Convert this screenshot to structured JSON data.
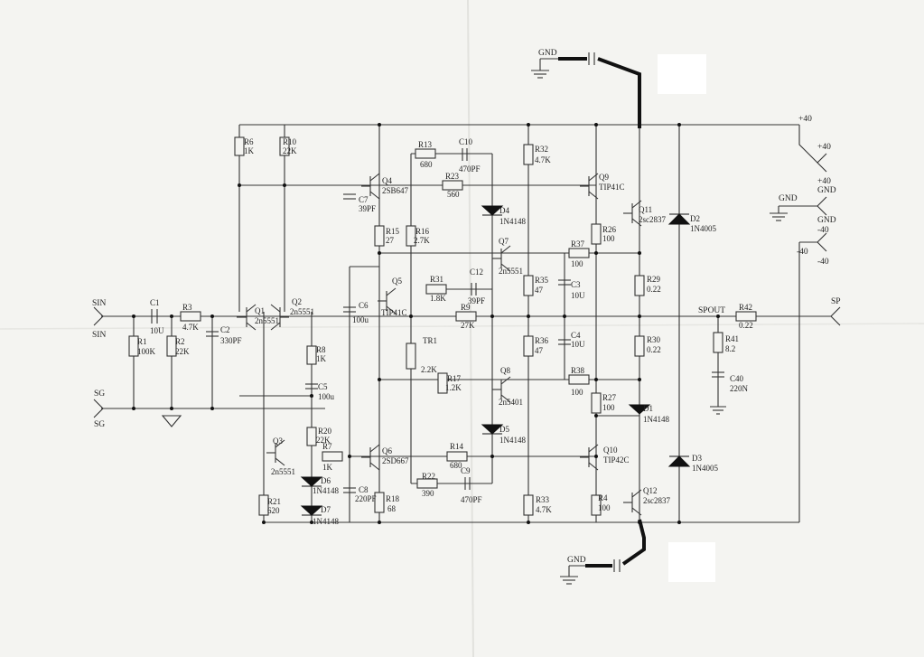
{
  "resistors": [
    {
      "ref": "R1",
      "value": "100K"
    },
    {
      "ref": "R2",
      "value": "22K"
    },
    {
      "ref": "R3",
      "value": "4.7K"
    },
    {
      "ref": "R6",
      "value": "1K"
    },
    {
      "ref": "R10",
      "value": "22K"
    },
    {
      "ref": "R8",
      "value": "1K"
    },
    {
      "ref": "R20",
      "value": "22K"
    },
    {
      "ref": "R7",
      "value": "1K"
    },
    {
      "ref": "R21",
      "value": "620"
    },
    {
      "ref": "R13",
      "value": "680"
    },
    {
      "ref": "R23",
      "value": "560"
    },
    {
      "ref": "R15",
      "value": "27"
    },
    {
      "ref": "R16",
      "value": "2.7K"
    },
    {
      "ref": "R31",
      "value": "1.8K"
    },
    {
      "ref": "R9",
      "value": "27K"
    },
    {
      "ref": "R17",
      "value": "1.2K"
    },
    {
      "ref": "R14",
      "value": "680"
    },
    {
      "ref": "R22",
      "value": "390"
    },
    {
      "ref": "R18",
      "value": "68"
    },
    {
      "ref": "R32",
      "value": "4.7K"
    },
    {
      "ref": "R35",
      "value": "47"
    },
    {
      "ref": "R36",
      "value": "47"
    },
    {
      "ref": "R33",
      "value": "4.7K"
    },
    {
      "ref": "R26",
      "value": "100"
    },
    {
      "ref": "R37",
      "value": "100"
    },
    {
      "ref": "R38",
      "value": "100"
    },
    {
      "ref": "R27",
      "value": "100"
    },
    {
      "ref": "R4",
      "value": "100"
    },
    {
      "ref": "R29",
      "value": "0.22"
    },
    {
      "ref": "R30",
      "value": "0.22"
    },
    {
      "ref": "R42",
      "value": "0.22"
    },
    {
      "ref": "R41",
      "value": "8.2"
    }
  ],
  "capacitors": [
    {
      "ref": "C1",
      "value": "10U"
    },
    {
      "ref": "C2",
      "value": "330PF"
    },
    {
      "ref": "C5",
      "value": "100u"
    },
    {
      "ref": "C7",
      "value": "39PF"
    },
    {
      "ref": "C6",
      "value": "100u"
    },
    {
      "ref": "C8",
      "value": "220PF"
    },
    {
      "ref": "C10",
      "value": "470PF"
    },
    {
      "ref": "C12",
      "value": "39PF"
    },
    {
      "ref": "C9",
      "value": "470PF"
    },
    {
      "ref": "C3",
      "value": "10U"
    },
    {
      "ref": "C4",
      "value": "10U"
    },
    {
      "ref": "C40",
      "value": "220N"
    }
  ],
  "transistors": [
    {
      "ref": "Q1",
      "part": "2n5551"
    },
    {
      "ref": "Q2",
      "part": "2n5551"
    },
    {
      "ref": "Q3",
      "part": "2n5551"
    },
    {
      "ref": "Q4",
      "part": "2SB647"
    },
    {
      "ref": "Q5",
      "part": "TIP41C"
    },
    {
      "ref": "Q6",
      "part": "2SD667"
    },
    {
      "ref": "Q7",
      "part": "2n5551"
    },
    {
      "ref": "Q8",
      "part": "2n5401"
    },
    {
      "ref": "Q9",
      "part": "TIP41C"
    },
    {
      "ref": "Q10",
      "part": "TIP42C"
    },
    {
      "ref": "Q11",
      "part": "2sc2837"
    },
    {
      "ref": "Q12",
      "part": "2sc2837"
    }
  ],
  "diodes": [
    {
      "ref": "D1",
      "part": "1N4148"
    },
    {
      "ref": "D2",
      "part": "1N4005"
    },
    {
      "ref": "D3",
      "part": "1N4005"
    },
    {
      "ref": "D4",
      "part": "1N4148"
    },
    {
      "ref": "D5",
      "part": "1N4148"
    },
    {
      "ref": "D6",
      "part": "1N4148"
    },
    {
      "ref": "D7",
      "part": "1N4148"
    }
  ],
  "trimmer": {
    "ref": "TR1",
    "value": "2.2K"
  },
  "signals": {
    "sin": "SIN",
    "sg": "SG",
    "sp": "SP",
    "spout": "SPOUT",
    "gnd": "GND",
    "pos40": "+40",
    "neg40": "-40"
  }
}
